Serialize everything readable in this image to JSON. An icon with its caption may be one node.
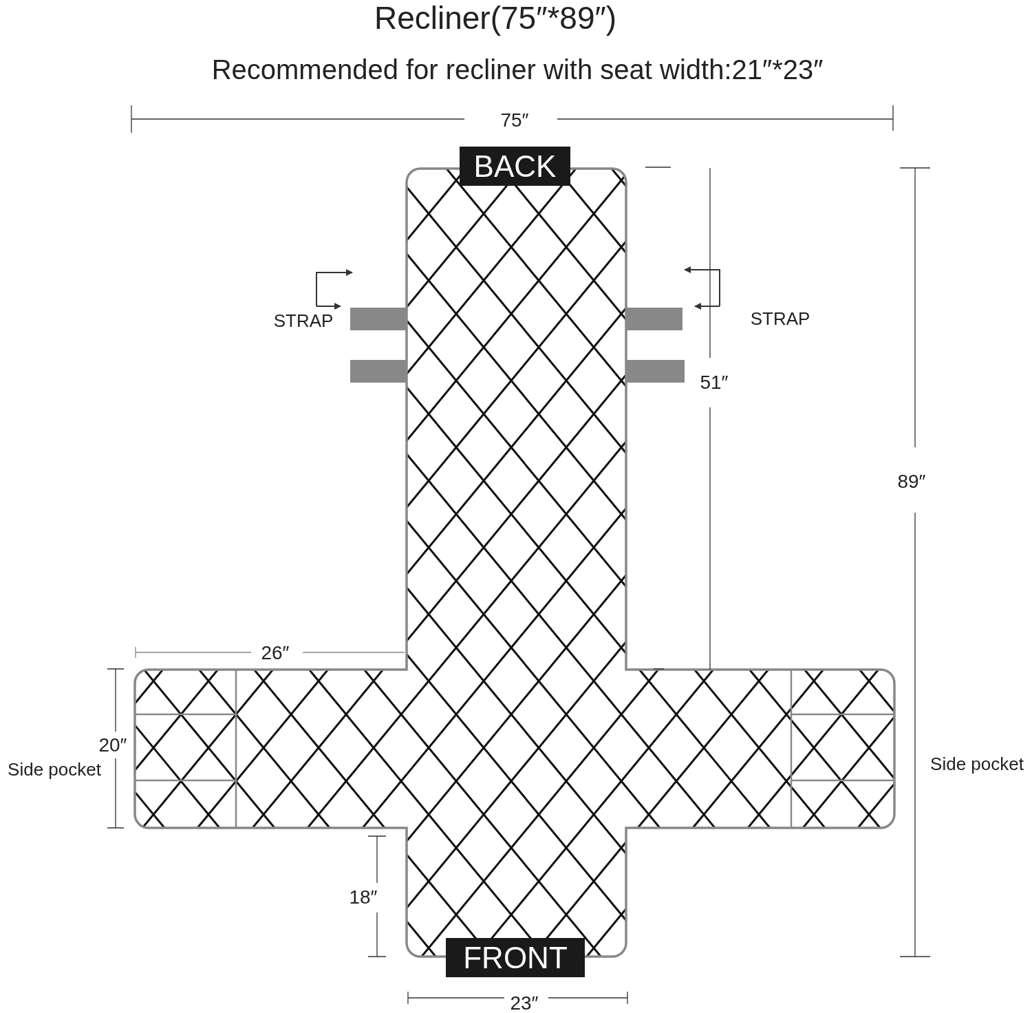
{
  "diagram": {
    "title": "Recliner(75″*89″)",
    "nodes": [
      {
        "text": [
          "BACK"
        ]
      },
      {
        "text": [
          "FRONT"
        ]
      }
    ],
    "labels": [
      "Recommended for recliner with seat width:21″*23″",
      "75″",
      "STRAP",
      "STRAP",
      "51″",
      "89″",
      "26″",
      "20″",
      "Side pocket",
      "Side pocket",
      "18″",
      "23″"
    ]
  }
}
